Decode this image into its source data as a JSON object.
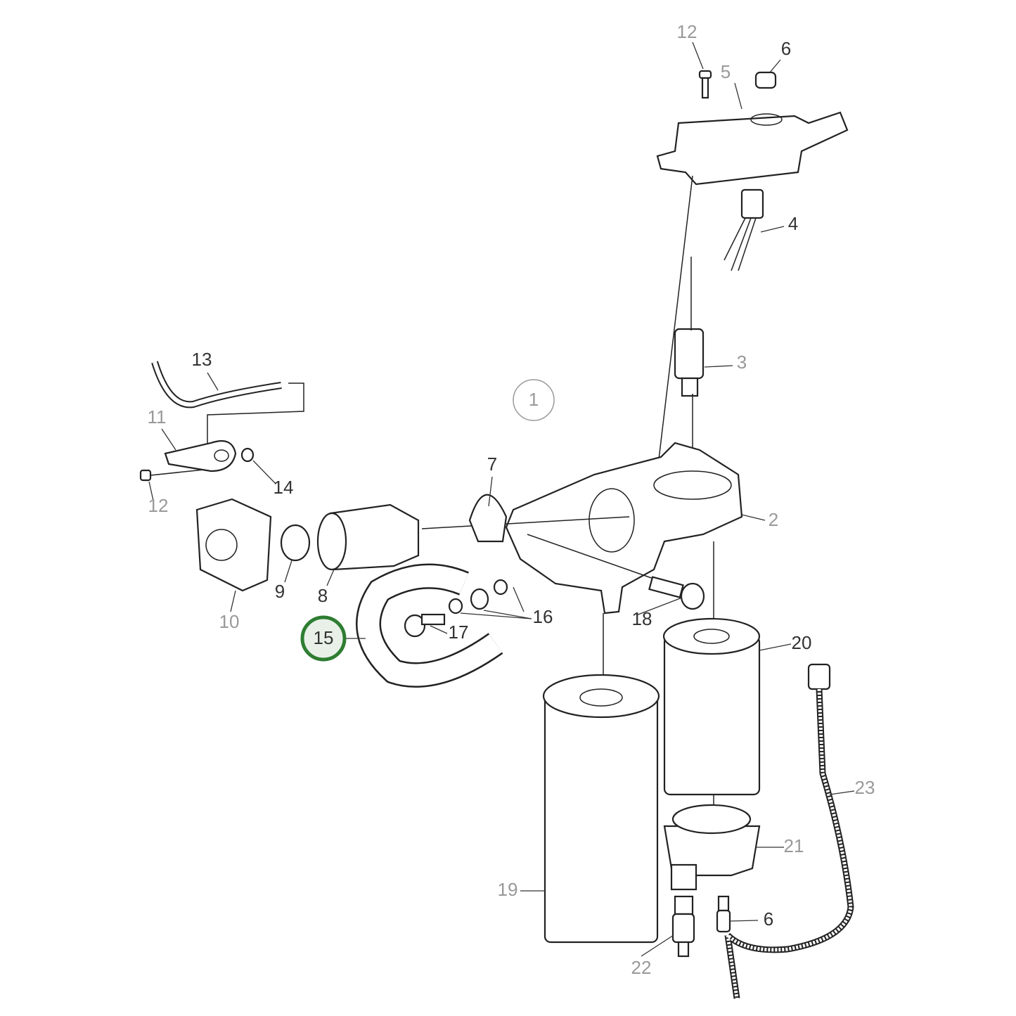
{
  "diagram": {
    "type": "exploded parts diagram",
    "highlight_color": "#2e7d32",
    "highlight_fill": "#e8f0e8",
    "labels": {
      "p12_top": "12",
      "p6_top": "6",
      "p5": "5",
      "p4": "4",
      "p3": "3",
      "p1": "1",
      "p2": "2",
      "p13": "13",
      "p11": "11",
      "p14": "14",
      "p12_left": "12",
      "p7": "7",
      "p10": "10",
      "p9": "9",
      "p8": "8",
      "p16": "16",
      "p17": "17",
      "p18": "18",
      "p15": "15",
      "p20": "20",
      "p23": "23",
      "p21": "21",
      "p19": "19",
      "p6_bottom": "6",
      "p22": "22"
    },
    "highlighted_part": "15"
  }
}
